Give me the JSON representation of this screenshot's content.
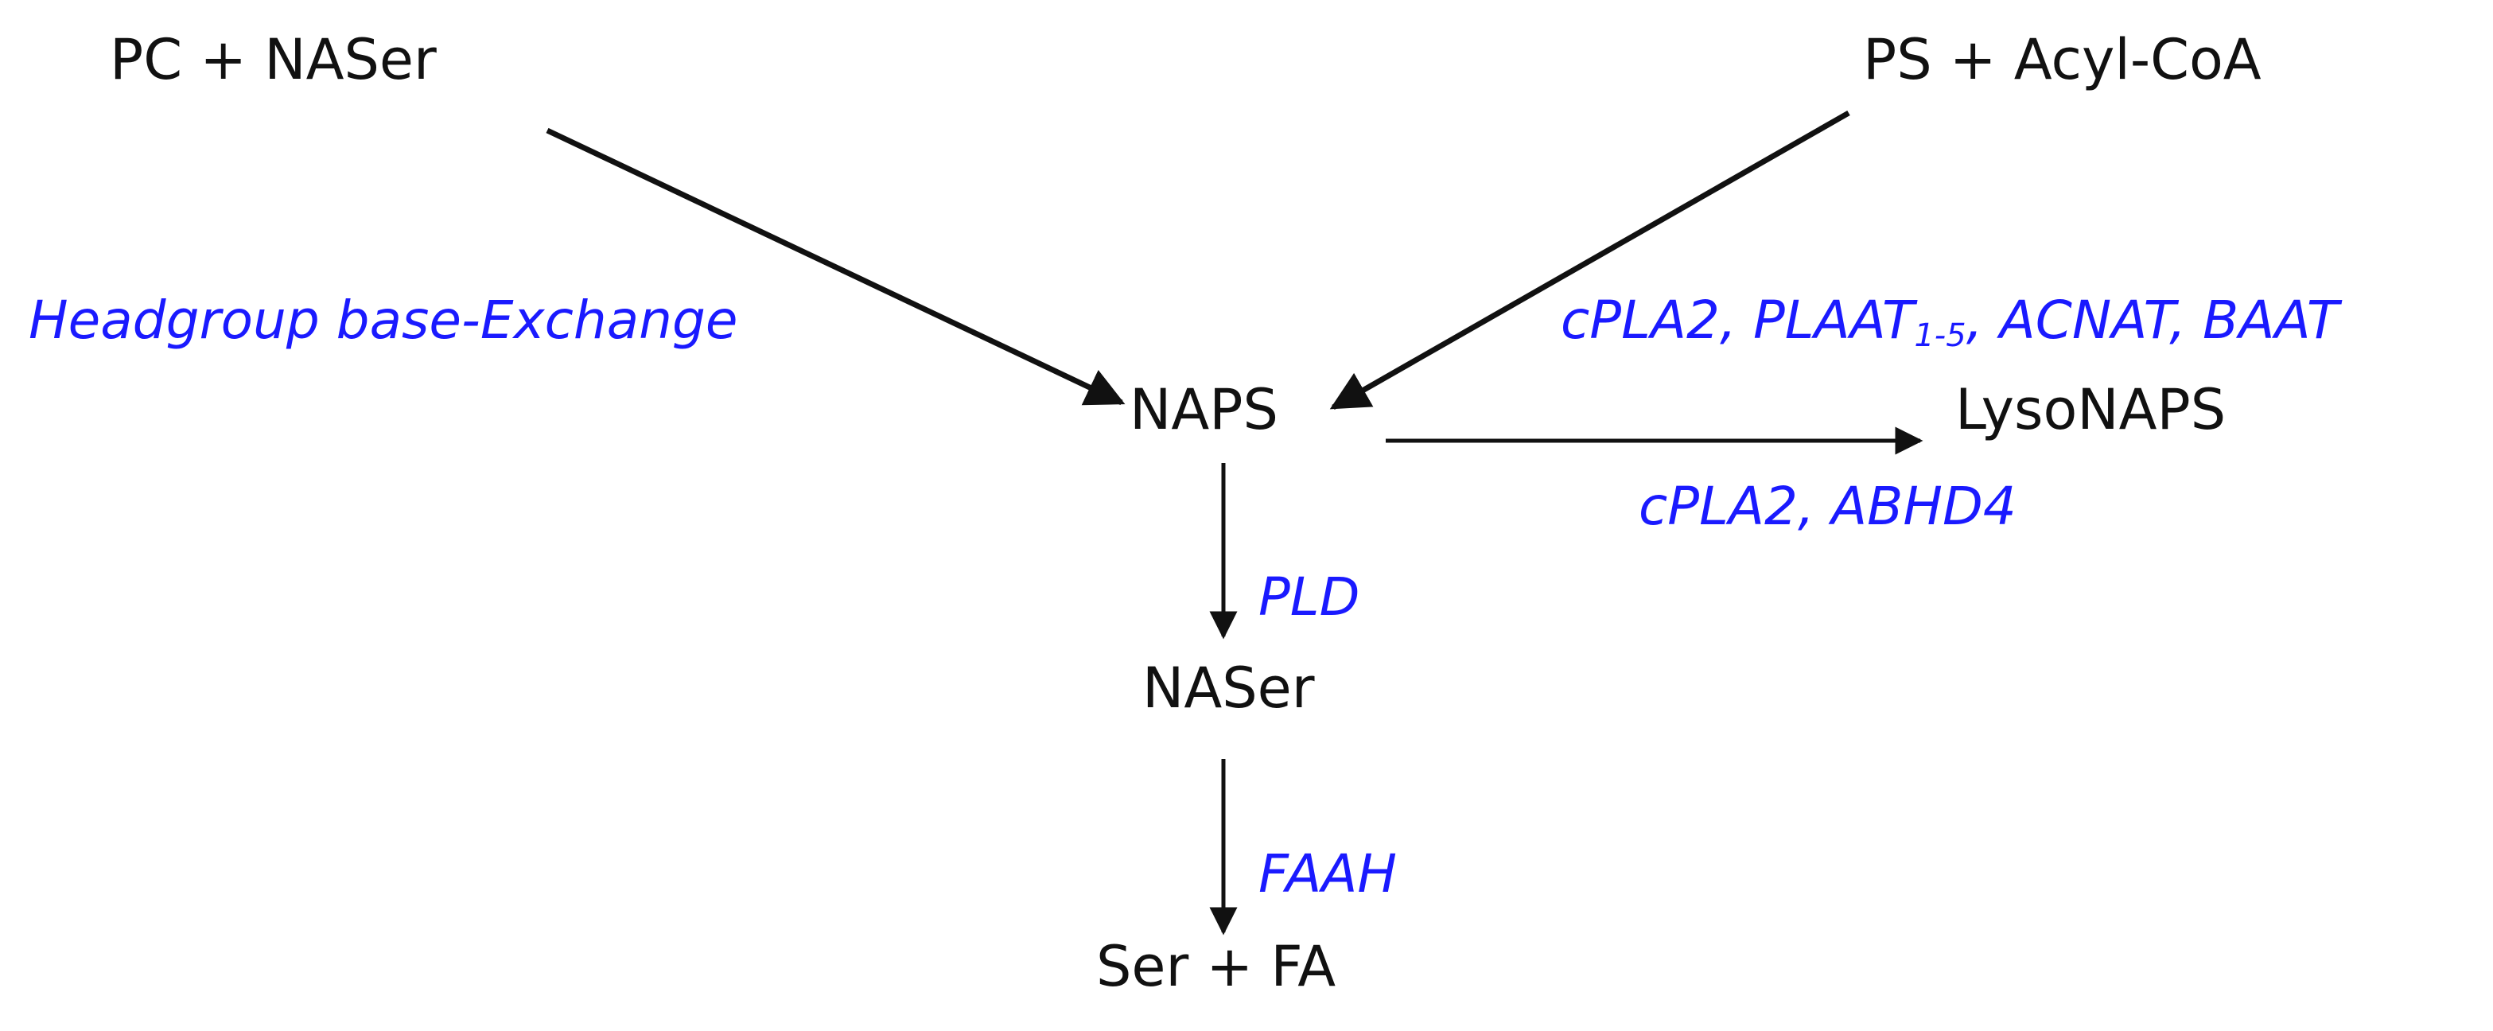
{
  "colors": {
    "node_text": "#111111",
    "enzyme_text": "#1a1aff",
    "arrow": "#111111"
  },
  "nodes": {
    "pc_naser": "PC + NASer",
    "ps_acylcoa": "PS + Acyl-CoA",
    "naps": "NAPS",
    "lysonaps": "LysoNAPS",
    "naser": "NASer",
    "ser_fa": "Ser + FA"
  },
  "enzymes": {
    "headgroup": "Headgroup base-Exchange",
    "cpla2_group": {
      "part1": "cPLA2, PLAAT",
      "subscript": "1-5",
      "part2": ", ACNAT, BAAT"
    },
    "cpla2_abhd4": "cPLA2, ABHD4",
    "pld": "PLD",
    "faah": "FAAH"
  }
}
